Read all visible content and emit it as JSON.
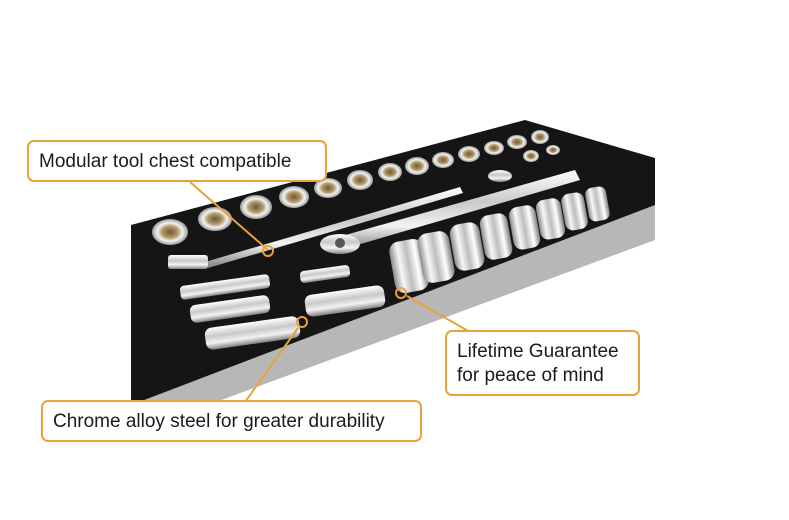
{
  "callouts": {
    "modular": "Modular tool chest compatible",
    "lifetime": [
      "Lifetime Guarantee",
      "for peace of mind"
    ],
    "chrome": "Chrome alloy steel for greater durability"
  },
  "colors": {
    "accent": "#e8a23a",
    "foam_top": "#151515",
    "foam_side": "#8f8f8f",
    "chrome": "#d8d8d8"
  }
}
